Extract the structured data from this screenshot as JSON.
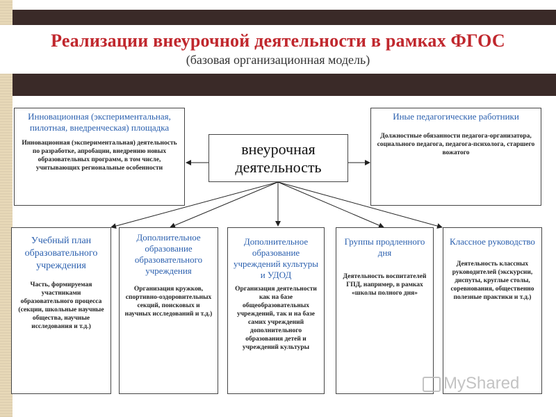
{
  "header": {
    "title": "Реализации внеурочной деятельности в рамках ФГОС",
    "subtitle": "(базовая организационная модель)"
  },
  "center": {
    "line1": "внеурочная",
    "line2": "деятельность"
  },
  "top_left": {
    "heading": "Инновационная (экспериментальная, пилотная, внедренческая) площадка",
    "desc": "Инновационная (экспериментальная) деятельность по разработке, апробации, внедрению новых образовательных программ, в том числе, учитывающих региональные особенности"
  },
  "top_right": {
    "heading": "Иные педагогические работники",
    "desc": "Должностные обязанности педагога-организатора, социального педагога, педагога-психолога, старшего вожатого"
  },
  "boxes": [
    {
      "heading": "Учебный план образовательного учреждения",
      "desc": "Часть, формируемая участниками образовательного процесса (секции, школьные научные общества, научные исследования и т.д.)"
    },
    {
      "heading": "Дополнительное образование образовательного учреждения",
      "desc": "Организация кружков, спортивно-оздоровительных секций, поисковых и научных исследований и т.д.)"
    },
    {
      "heading": "Дополнительное образование учреждений культуры и УДОД",
      "desc": "Организация деятельности как на базе общеобразовательных учреждений, так и на базе самих учреждений дополнительного образования детей и учреждений культуры"
    },
    {
      "heading": "Группы продленного дня",
      "desc": "Деятельность воспитателей ГПД, например, в рамках «школы полного дня»"
    },
    {
      "heading": "Классное руководство",
      "desc": "Деятельность классных руководителей (экскурсии, диспуты, круглые столы, соревнования, общественно полезные практики и т.д.)"
    }
  ],
  "watermark": "MyShared"
}
